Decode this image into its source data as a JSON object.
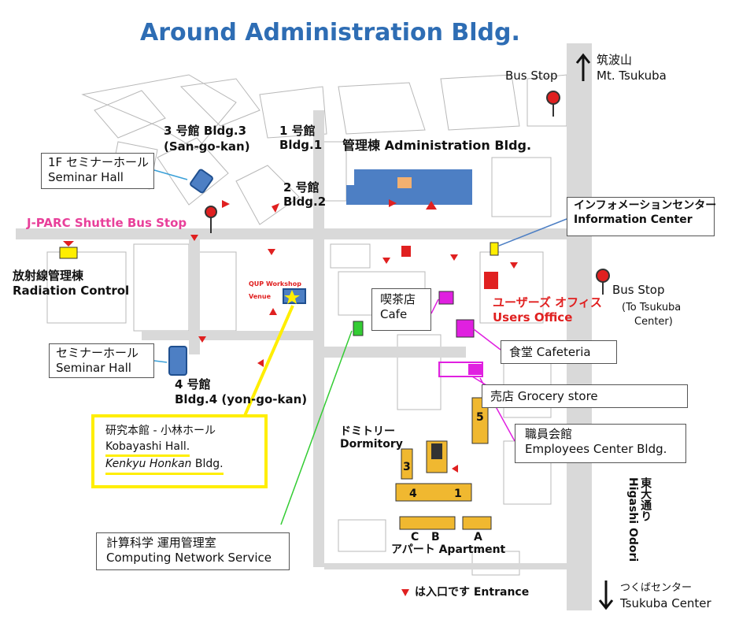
{
  "title": "Around Administration Bldg.",
  "labels": {
    "mt_tsukuba_jp": "筑波山",
    "mt_tsukuba_en": "Mt. Tsukuba",
    "bus_stop_top": "Bus Stop",
    "bldg3_jp": "3 号館 Bldg.3",
    "bldg3_en": "(San-go-kan)",
    "bldg1_jp": "1 号館",
    "bldg1_en": "Bldg.1",
    "admin": "管理棟  Administration Bldg.",
    "bldg2_jp": "2 号館",
    "bldg2_en": "Bldg.2",
    "seminar_1f_jp": "1F セミナーホール",
    "seminar_1f_en": "Seminar Hall",
    "shuttle": "J-PARC Shuttle Bus Stop",
    "info_jp": "インフォメーションセンター",
    "info_en": "Information Center",
    "radiation_jp": "放射線管理棟",
    "radiation_en": "Radiation Control",
    "qup_line1": "QUP Workshop",
    "qup_line2": "Venue",
    "bus_stop_right": "Bus Stop",
    "bus_stop_right_sub1": "(To Tsukuba",
    "bus_stop_right_sub2": "Center)",
    "cafe_jp": "喫茶店",
    "cafe_en": "Cafe",
    "users_jp": "ユーザーズ  オフィス",
    "users_en": "Users Office",
    "seminar_jp": "セミナーホール",
    "seminar_en": "Seminar Hall",
    "cafeteria": "食堂  Cafeteria",
    "bldg4_jp": "4 号館",
    "bldg4_en": "Bldg.4 (yon-go-kan)",
    "grocery": "売店  Grocery store",
    "kobayashi_l1": "研究本館  - 小林ホール",
    "kobayashi_l2": "Kobayashi Hall.",
    "kobayashi_l3a": "Kenkyu Honkan",
    "kobayashi_l3b": " Bldg.",
    "dormitory_jp": "ドミトリー",
    "dormitory_en": "Dormitory",
    "employees_jp": "職員会館",
    "employees_en": "Employees Center Bldg.",
    "higashi_jp": "東大通り",
    "higashi_en": "Higashi Odori",
    "computing_jp": "計算科学  運用管理室",
    "computing_en": "Computing Network Service",
    "apt_c": "C",
    "apt_b": "B",
    "apt_a": "A",
    "apartment": "アパート  Apartment",
    "entrance": "は入口です  Entrance",
    "tsukuba_center_jp": "つくばセンター",
    "tsukuba_center_en": "Tsukuba Center",
    "dorm_3": "3",
    "dorm_4": "4",
    "dorm_1": "1",
    "dorm_5": "5"
  },
  "colors": {
    "title": "#2e6db4",
    "building_blue": "#4d7fc4",
    "road_gray": "#d9d9d9",
    "entrance_red": "#e02020",
    "magenta": "#e020e0",
    "dorm_yellow": "#f0b830",
    "highlight_yellow": "#ffee00",
    "pink_label": "#e8409a",
    "users_red": "#e02020",
    "green": "#33cc33"
  }
}
